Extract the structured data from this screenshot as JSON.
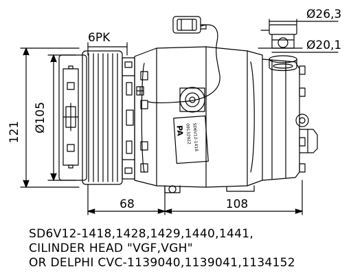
{
  "dimensions": {
    "belt": "6PK",
    "overall_height": "121",
    "pulley_diameter": "Ø105",
    "port_upper": "Ø26,3",
    "port_lower": "Ø20,1",
    "offset_left": "68",
    "offset_right": "108"
  },
  "nameplate": {
    "model": "SD6V12-1418",
    "part": "09132922",
    "brand": "PA"
  },
  "caption": {
    "line1": "SD6V12-1418,1428,1429,1440,1441,",
    "line2": "CILINDER HEAD \"VGF,VGH\"",
    "line3": "OR DELPHI CVC-1139040,1139041,1134152"
  }
}
